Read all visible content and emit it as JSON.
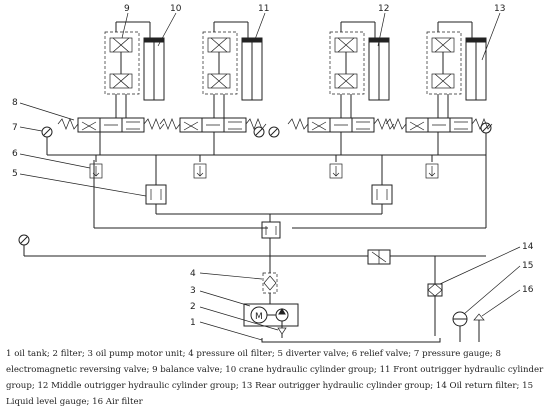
{
  "labels": {
    "n1": "1",
    "n2": "2",
    "n3": "3",
    "n4": "4",
    "n5": "5",
    "n6": "6",
    "n7": "7",
    "n8": "8",
    "n9": "9",
    "n10": "10",
    "n11": "11",
    "n12": "12",
    "n13": "13",
    "n14": "14",
    "n15": "15",
    "n16": "16"
  },
  "motor_symbol": "M",
  "caption": "1 oil tank; 2 filter; 3 oil pump motor unit; 4 pressure oil filter; 5 diverter valve; 6 relief valve; 7 pressure gauge; 8 electromagnetic reversing valve; 9 balance valve; 10 crane hydraulic cylinder group; 11 Front outrigger hydraulic cylinder group; 12 Middle outrigger hydraulic cylinder group; 13 Rear outrigger hydraulic cylinder group; 14 Oil return filter; 15 Liquid level gauge; 16 Air filter"
}
